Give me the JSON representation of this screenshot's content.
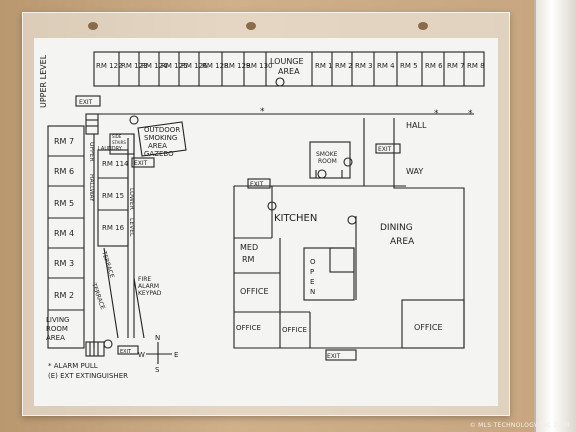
{
  "rooms_top": [
    "RM 122",
    "RM 123",
    "RM 124",
    "RM 125",
    "RM 126",
    "RM 128",
    "RM 129",
    "RM 130"
  ],
  "lounge": [
    "LOUNGE",
    "AREA"
  ],
  "rooms_right": [
    "RM 1",
    "RM 2",
    "RM 3",
    "RM 4",
    "RM 5",
    "RM 6",
    "RM 7",
    "RM 8"
  ],
  "upper_level": "UPPER LEVEL",
  "rooms_left": [
    "RM 7",
    "RM 6",
    "RM 5",
    "RM 4",
    "RM 3",
    "RM 2"
  ],
  "living_room": [
    "LIVING",
    "ROOM",
    "AREA"
  ],
  "rooms_mid": [
    "RM 114",
    "RM 15",
    "RM 16"
  ],
  "upper_hallway": [
    "UPPER",
    "HALLWAY"
  ],
  "lower_level": [
    "LOWER",
    "LEVEL"
  ],
  "terrace": "TERRACE",
  "laundry": "LAUNDRY",
  "side_stair": [
    "SIDE",
    "STAIRS"
  ],
  "outdoor_smoking": [
    "OUTDOOR",
    "SMOKING",
    "AREA",
    "GAZEBO"
  ],
  "fire_alarm": [
    "FIRE",
    "ALARM",
    "KEYPAD"
  ],
  "hallway": [
    "HALL",
    "WAY"
  ],
  "smoke_room": [
    "SMOKE",
    "ROOM"
  ],
  "kitchen": "KITCHEN",
  "dining": [
    "DINING",
    "AREA"
  ],
  "med_rm": [
    "MED",
    "RM"
  ],
  "office": "OFFICE",
  "open": [
    "O",
    "P",
    "E",
    "N"
  ],
  "exit": "EXIT",
  "compass": {
    "n": "N",
    "s": "S",
    "e": "E",
    "w": "W"
  },
  "legend": [
    "* ALARM PULL",
    "(E) EXT EXTINGUISHER"
  ],
  "watermark": "© MLS TECHNOLOGY INC 2024"
}
